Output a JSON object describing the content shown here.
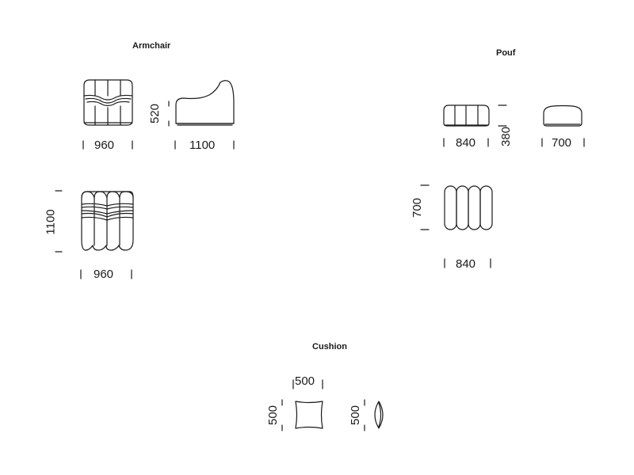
{
  "sections": {
    "armchair": {
      "title": "Armchair",
      "front_width": "960",
      "side_height": "520",
      "side_depth": "1100",
      "top_depth": "1100",
      "top_width": "960"
    },
    "pouf": {
      "title": "Pouf",
      "front_width": "840",
      "side_height": "380",
      "side_depth": "700",
      "top_depth": "700",
      "top_width": "840"
    },
    "cushion": {
      "title": "Cushion",
      "front_width": "500",
      "front_height": "500",
      "side_height": "500"
    }
  }
}
